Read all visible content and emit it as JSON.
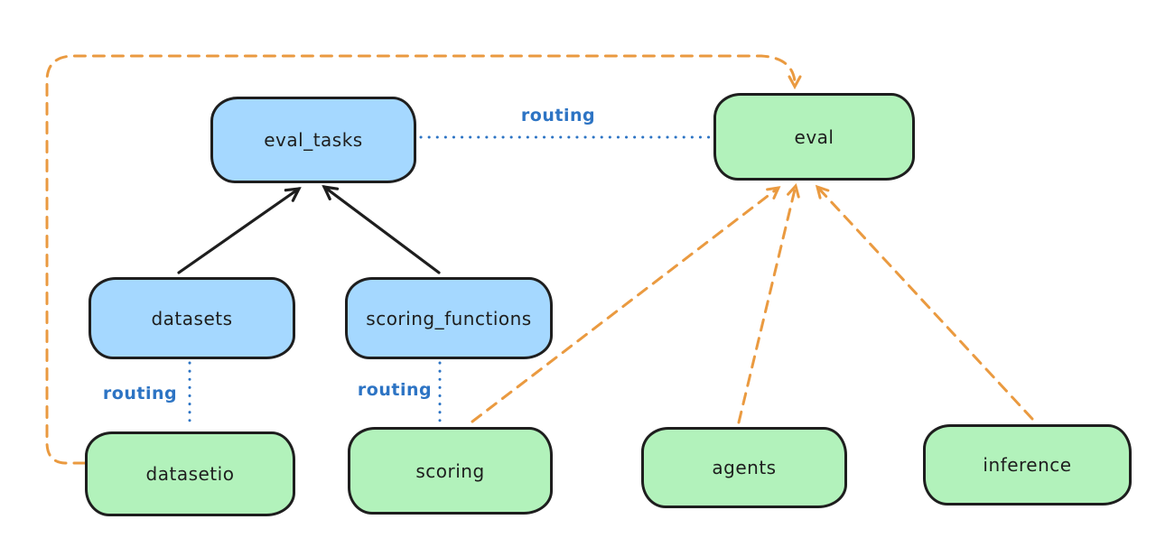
{
  "colors": {
    "background": "#ffffff",
    "node_border": "#1e1e1e",
    "blue_node_fill": "#a5d8ff",
    "green_node_fill": "#b2f2bb",
    "routing_blue": "#2d74c4",
    "arrow_orange": "#ea9a40",
    "arrow_black": "#1e1e1e"
  },
  "nodes": {
    "eval_tasks": {
      "label": "eval_tasks",
      "fill": "blue"
    },
    "eval": {
      "label": "eval",
      "fill": "green"
    },
    "datasets": {
      "label": "datasets",
      "fill": "blue"
    },
    "scoring_functions": {
      "label": "scoring_functions",
      "fill": "blue"
    },
    "datasetio": {
      "label": "datasetio",
      "fill": "green"
    },
    "scoring": {
      "label": "scoring",
      "fill": "green"
    },
    "agents": {
      "label": "agents",
      "fill": "green"
    },
    "inference": {
      "label": "inference",
      "fill": "green"
    }
  },
  "edges": [
    {
      "from": "datasets",
      "to": "eval_tasks",
      "style": "solid-arrow",
      "color": "black"
    },
    {
      "from": "scoring_functions",
      "to": "eval_tasks",
      "style": "solid-arrow",
      "color": "black"
    },
    {
      "from": "eval_tasks",
      "to": "eval",
      "style": "dotted-line",
      "color": "blue",
      "label": "routing"
    },
    {
      "from": "datasets",
      "to": "datasetio",
      "style": "dotted-line",
      "color": "blue",
      "label": "routing"
    },
    {
      "from": "scoring_functions",
      "to": "scoring",
      "style": "dotted-line",
      "color": "blue",
      "label": "routing"
    },
    {
      "from": "scoring",
      "to": "eval",
      "style": "dashed-arrow",
      "color": "orange"
    },
    {
      "from": "agents",
      "to": "eval",
      "style": "dashed-arrow",
      "color": "orange"
    },
    {
      "from": "inference",
      "to": "eval",
      "style": "dashed-arrow",
      "color": "orange"
    },
    {
      "from": "datasetio",
      "to": "eval",
      "style": "dashed-arrow",
      "color": "orange",
      "path": "around-left-top"
    }
  ]
}
